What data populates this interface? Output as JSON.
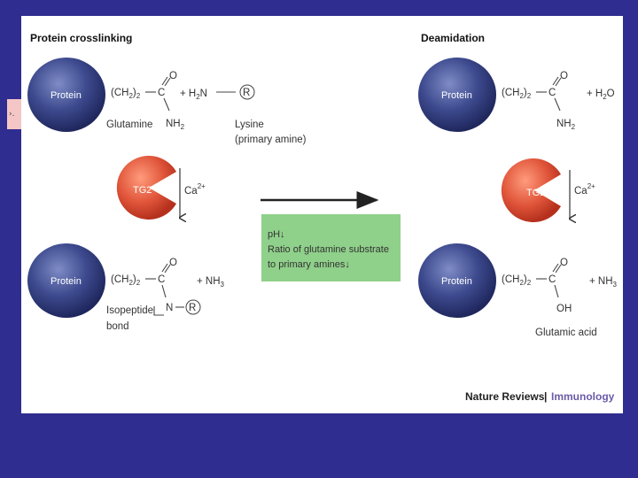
{
  "side_tab_glyph": "›.",
  "headers": {
    "left": "Protein crosslinking",
    "right": "Deamidation"
  },
  "protein_label": "Protein",
  "enzyme": {
    "label": "TG2",
    "cofactor": "Ca",
    "cofactor_sup": "2+"
  },
  "chem": {
    "ch2": "(CH",
    "ch2_sub": "2",
    "ch2_close": ")",
    "ch2_sub2": "2",
    "c": "C",
    "o": "O",
    "n": "N",
    "nh2": "NH",
    "nh2_sub": "2",
    "nh3": "+ NH",
    "nh3_sub": "3",
    "h2n": "+ H",
    "h2n_sub": "2",
    "h2n_n": "N",
    "r": "R",
    "h2o": "+ H",
    "h2o_sub": "2",
    "h2o_o": "O",
    "oh": "OH"
  },
  "labels": {
    "glutamine": "Glutamine",
    "lysine": "Lysine",
    "primary_amine": "(primary amine)",
    "isopeptide": "Isopeptide",
    "bond": "bond",
    "glutamic_acid": "Glutamic acid"
  },
  "condition_box": {
    "line1": "pH↓",
    "line2": "Ratio of glutamine substrate",
    "line3": "to primary amines↓"
  },
  "footer": {
    "journal": "Nature Reviews",
    "separator": "|",
    "section": "Immunology"
  },
  "colors": {
    "background": "#2f2d8f",
    "protein": "#3d4a8e",
    "enzyme": "#e0553a",
    "box": "#8fd08a"
  }
}
